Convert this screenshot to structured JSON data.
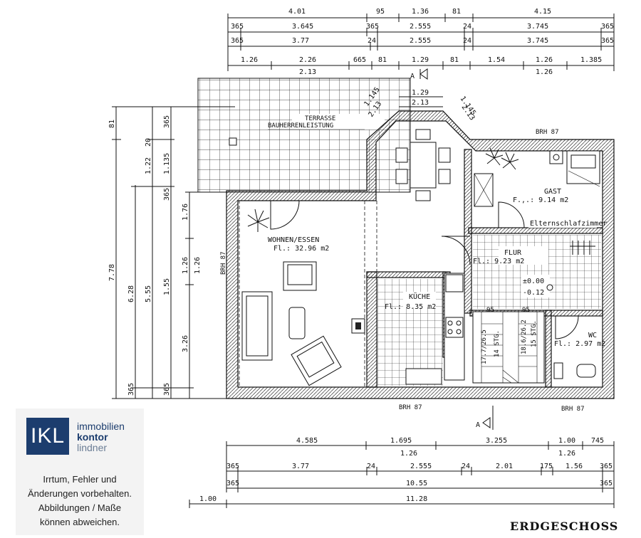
{
  "plan": {
    "title": "ERDGESCHOSS",
    "top_dims": {
      "row1": [
        "4.01",
        "95",
        "1.36",
        "81",
        "4.15"
      ],
      "row2": [
        "365",
        "3.645",
        "365",
        "2.555",
        "24",
        "3.745",
        "365"
      ],
      "row3": [
        "365",
        "3.77",
        "24",
        "2.555",
        "24",
        "3.745",
        "365"
      ],
      "row4": [
        "1.26",
        "2.26",
        "665",
        "81",
        "1.29",
        "81",
        "1.54",
        "1.26",
        "1.385"
      ],
      "row4_sub": [
        "2.13",
        "1.26"
      ]
    },
    "bottom_dims": {
      "row1": [
        "4.585",
        "1.695",
        "3.255",
        "1.00",
        "745"
      ],
      "row1_sub": [
        "1.26",
        "1.26"
      ],
      "row2": [
        "365",
        "3.77",
        "24",
        "2.555",
        "24",
        "2.01",
        "175",
        "1.56",
        "365"
      ],
      "row3": [
        "365",
        "10.55",
        "365"
      ],
      "row4": [
        "1.00",
        "11.28"
      ]
    },
    "left_dims": {
      "col1": [
        "81",
        "7.78"
      ],
      "col2": [
        "6.28",
        "365"
      ],
      "col3": [
        "1.22",
        "20",
        "5.55"
      ],
      "col4": [
        "365",
        "1.135",
        "365",
        "1.55",
        "365"
      ],
      "col5": [
        "1.76",
        "1.26",
        "3.26"
      ],
      "col6": [
        "1.26"
      ]
    },
    "window_dims": [
      "1.29",
      "2.13",
      "1.145",
      "2.13",
      "1.145",
      "2.13"
    ],
    "rooms": {
      "terrace_1": "TERRASSE",
      "terrace_2": "BAUHERRENLEISTUNG",
      "wohnen_name": "WOHNEN/ESSEN",
      "wohnen_area": "Fl.: 32.96 m2",
      "kueche_name": "KÜCHE",
      "kueche_area": "Fl.: 8.35 m2",
      "gast_name": "GAST",
      "gast_area": "F.,.: 9.14 m2",
      "eltern": "Elternschlafzimmer",
      "flur_name": "FLUR",
      "flur_area": "Fl.: 9.23 m2",
      "level_1": "±0.00",
      "level_2": "-0.12",
      "wc_name": "WC",
      "wc_area": "Fl.: 2.97 m2"
    },
    "stairs": {
      "s1": "17.7/26.5",
      "s2": "14 STG.",
      "s3": "18.6/26.2",
      "s4": "15 STG.",
      "w1": "95",
      "w2": "95"
    },
    "brh": [
      "BRH 87",
      "BRH 87",
      "BRH 87",
      "BRH 87"
    ],
    "section_marks": [
      "A",
      "A"
    ]
  },
  "logo": {
    "mark": "IKL",
    "line1": "immobilien",
    "line2": "kontor",
    "line3": "lindner",
    "disclaimer": [
      "Irrtum, Fehler und",
      "Änderungen vorbehalten.",
      "Abbildungen / Maße",
      "können abweichen."
    ]
  },
  "colors": {
    "brand": "#1c3d6e",
    "ink": "#111111",
    "logo_bg": "#f3f3f3"
  }
}
